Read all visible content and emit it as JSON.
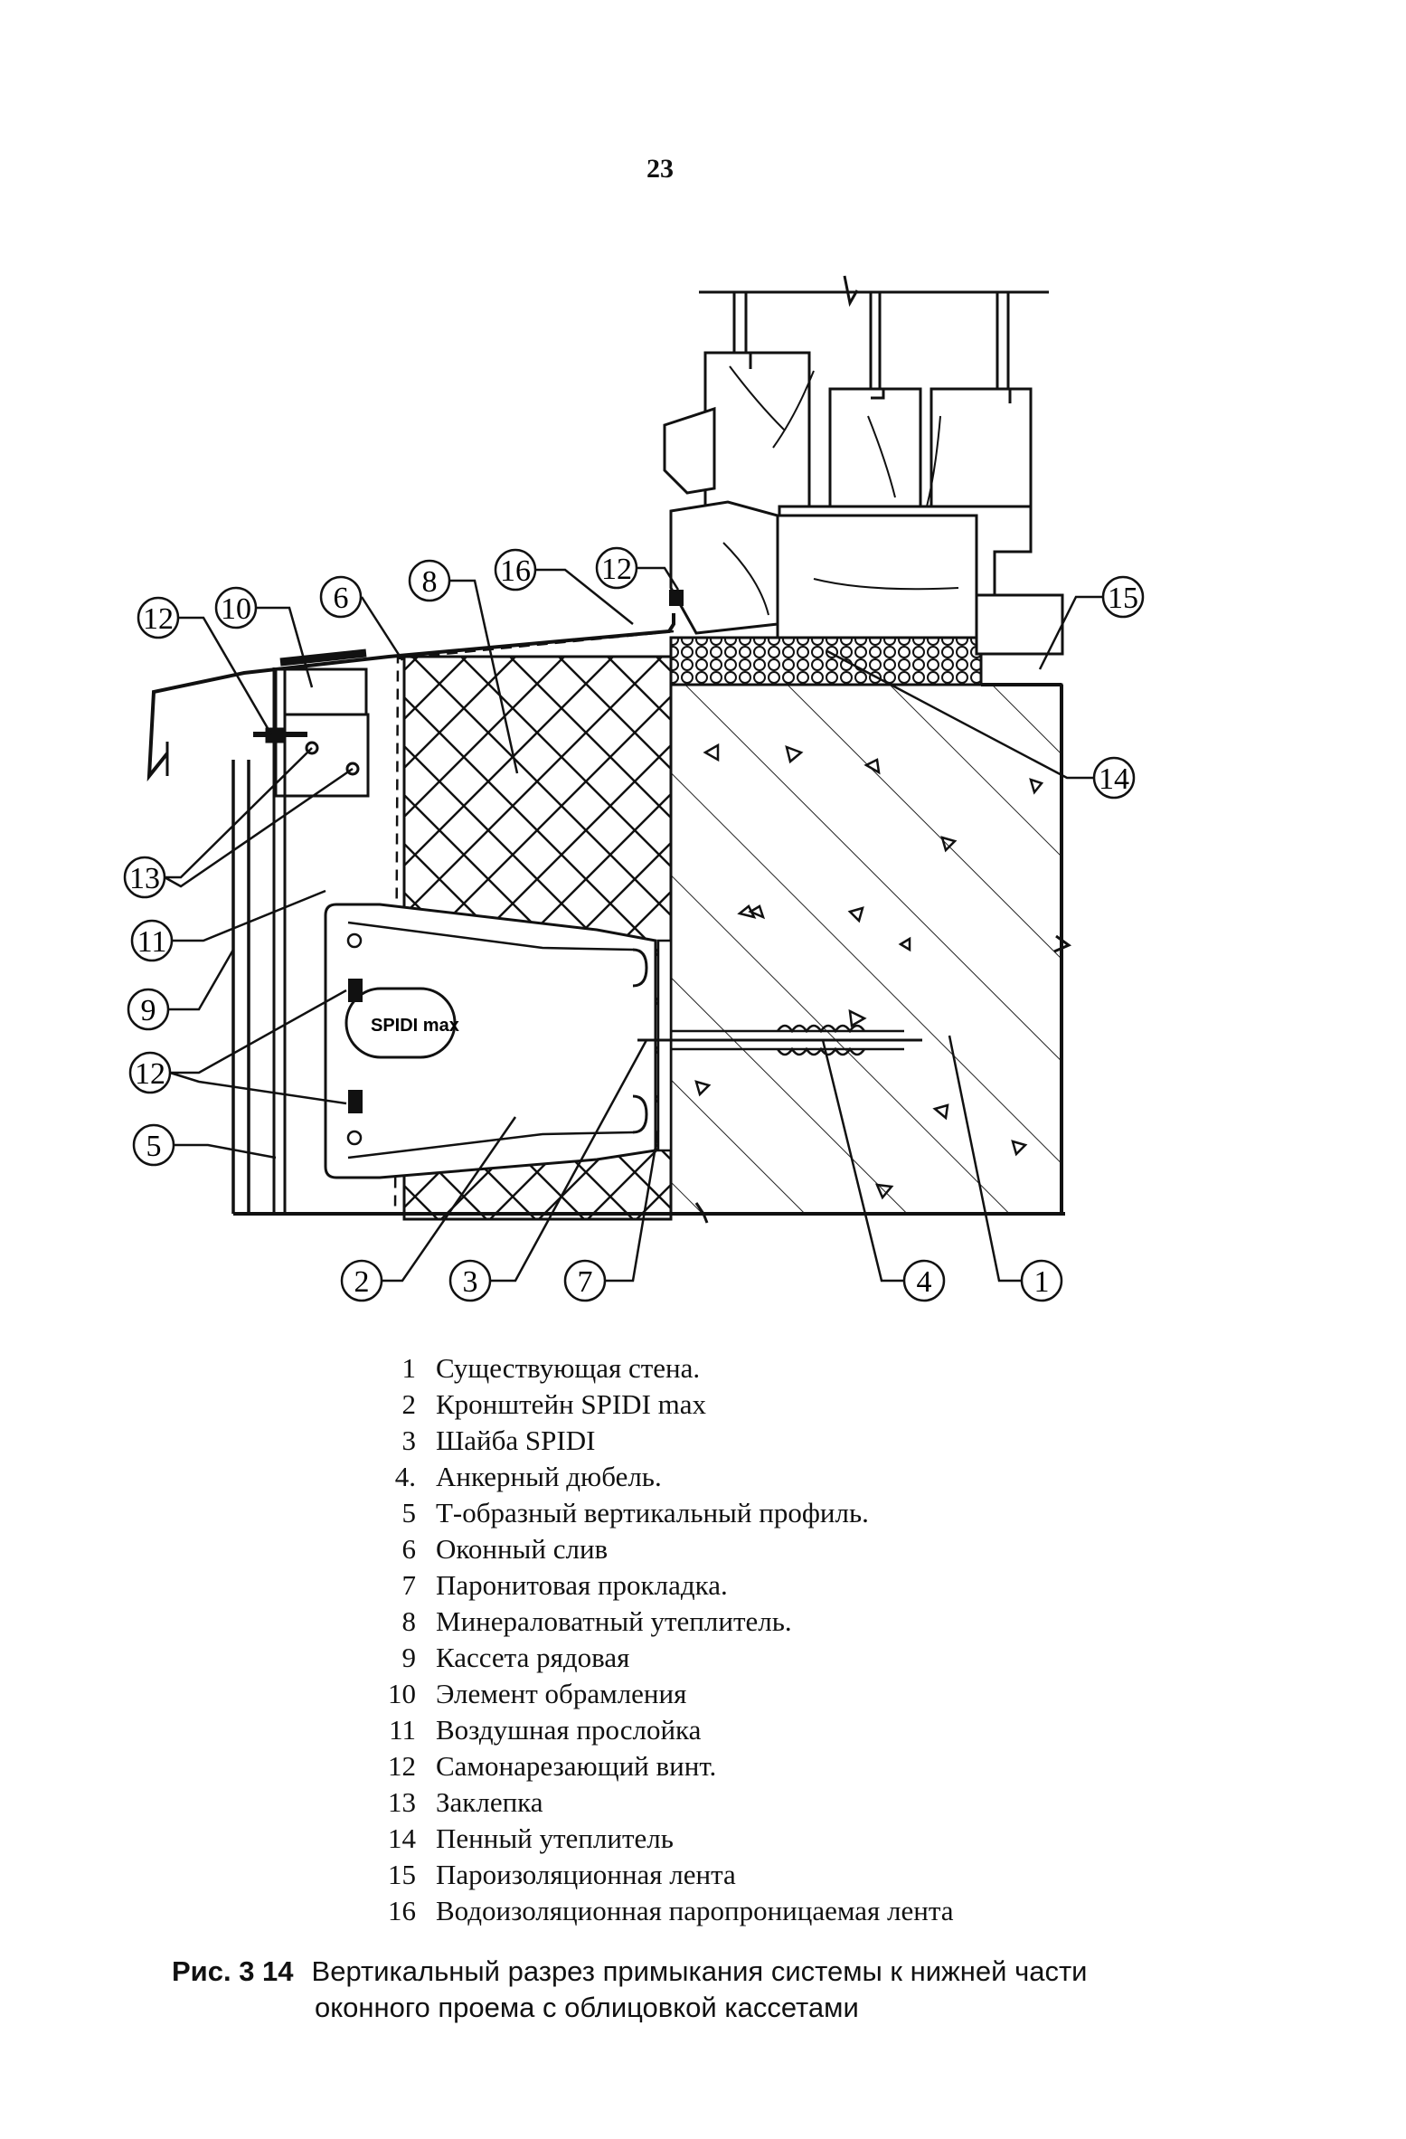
{
  "page_number": "23",
  "callouts": [
    "1",
    "2",
    "3",
    "4",
    "5",
    "6",
    "7",
    "8",
    "9",
    "10",
    "11",
    "12",
    "13",
    "14",
    "15",
    "16"
  ],
  "bracket_logo": "SPIDI max",
  "legend": [
    {
      "num": "1",
      "text": "Существующая стена."
    },
    {
      "num": "2",
      "text": "Кронштейн SPIDI max"
    },
    {
      "num": "3",
      "text": "Шайба SPIDI"
    },
    {
      "num": "4.",
      "text": "Анкерный дюбель."
    },
    {
      "num": "5",
      "text": "Т-образный вертикальный профиль."
    },
    {
      "num": "6",
      "text": "Оконный слив"
    },
    {
      "num": "7",
      "text": "Паронитовая прокладка."
    },
    {
      "num": "8",
      "text": "Минераловатный утеплитель."
    },
    {
      "num": "9",
      "text": "Кассета рядовая"
    },
    {
      "num": "10",
      "text": "Элемент обрамления"
    },
    {
      "num": "11",
      "text": "Воздушная прослойка"
    },
    {
      "num": "12",
      "text": "Самонарезающий винт."
    },
    {
      "num": "13",
      "text": "Заклепка"
    },
    {
      "num": "14",
      "text": "Пенный утеплитель"
    },
    {
      "num": "15",
      "text": "Пароизоляционная лента"
    },
    {
      "num": "16",
      "text": "Водоизоляционная паропроницаемая лента"
    }
  ],
  "caption": {
    "label": "Рис. 3 14",
    "line1": "Вертикальный разрез примыкания системы к нижней части",
    "line2": "оконного проема с облицовкой кассетами"
  }
}
